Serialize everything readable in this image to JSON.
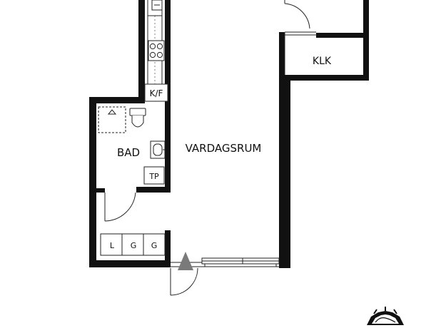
{
  "rooms": {
    "living": "VARDAGSRUM",
    "bath": "BAD",
    "closet": "KLK"
  },
  "fixtures": {
    "kitchen_fridge_freezer": "K/F",
    "dryer": "TP",
    "wardrobes": [
      "L",
      "G",
      "G"
    ]
  },
  "colors": {
    "wall": "#111111",
    "line": "#222222",
    "entrance_marker": "#7a7a7a",
    "background": "#ffffff"
  },
  "icons": {
    "entrance": "entrance-triangle-icon",
    "stove": "stove-icon",
    "sink": "sink-icon",
    "toilet": "toilet-icon",
    "shower": "shower-icon",
    "logo": "logo-emblem-icon"
  }
}
